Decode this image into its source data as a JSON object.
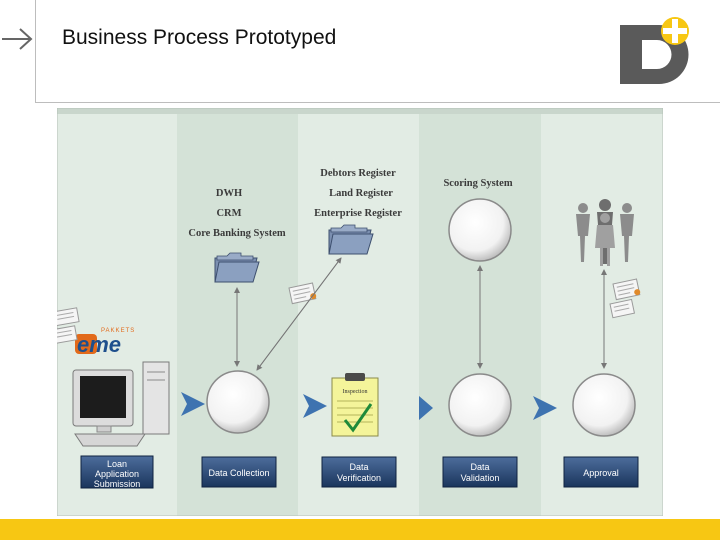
{
  "slide": {
    "title": "Business Process Prototyped"
  },
  "colors": {
    "accent_yellow": "#f7c713",
    "logo_gray": "#5a5a5a",
    "lane_light": "#e4eee6",
    "lane_dark": "#d3e1d6",
    "button_blue": "#1f3f6e",
    "arrow_blue": "#3e73b0"
  },
  "icons": [
    "right-arrow-icon",
    "logo-d-icon",
    "folder-icon",
    "document-icon",
    "clipboard-check-icon",
    "people-icon",
    "computer-icon"
  ],
  "diagram": {
    "sources": {
      "left_lines": [
        "DWH",
        "CRM",
        "Core Banking System"
      ],
      "mid_lines": [
        "Debtors Register",
        "Land Register",
        "Enterprise Register"
      ],
      "scoring": "Scoring System"
    },
    "eme_logo": {
      "small": "PAKKETS",
      "big": "eme"
    },
    "clipboard_label": "Inspection",
    "steps": [
      {
        "lines": [
          "Loan",
          "Application",
          "Submission"
        ]
      },
      {
        "lines": [
          "Data Collection"
        ]
      },
      {
        "lines": [
          "Data",
          "Verification"
        ]
      },
      {
        "lines": [
          "Data",
          "Validation"
        ]
      },
      {
        "lines": [
          "Approval"
        ]
      }
    ]
  }
}
